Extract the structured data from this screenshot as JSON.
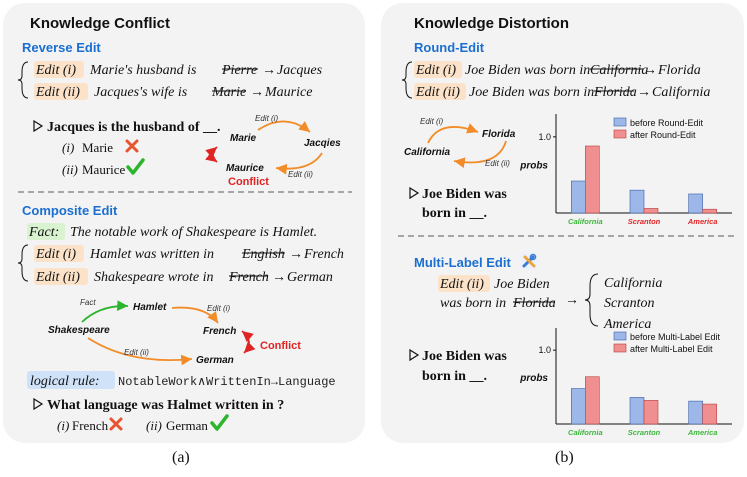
{
  "panel_a": {
    "title": "Knowledge Conflict",
    "reverse_edit": {
      "heading": "Reverse Edit",
      "edit1_tag": "Edit (i)",
      "edit1_text": "Marie's husband is",
      "edit1_old": "Pierre",
      "edit1_new": "Jacques",
      "edit2_tag": "Edit (ii)",
      "edit2_text": "Jacques's wife is",
      "edit2_old": "Marie",
      "edit2_new": "Maurice",
      "question": "Jacques is the husband of __.",
      "answer1_prefix": "(i)",
      "answer1": "Marie",
      "answer2_prefix": "(ii)",
      "answer2": "Maurice",
      "graph": {
        "node_marie": "Marie",
        "node_jacqies": "Jacqies",
        "node_maurice": "Maurice",
        "edge1": "Edit (i)",
        "edge2": "Edit (ii)",
        "conflict": "Conflict"
      }
    },
    "composite_edit": {
      "heading": "Composite Edit",
      "fact_tag": "Fact:",
      "fact_text": "The notable work of Shakespeare is Hamlet.",
      "edit1_tag": "Edit (i)",
      "edit1_text": "Hamlet was written in",
      "edit1_old": "English",
      "edit1_new": "French",
      "edit2_tag": "Edit (ii)",
      "edit2_text": "Shakespeare wrote in",
      "edit2_old": "French",
      "edit2_new": "German",
      "graph": {
        "node_shakespeare": "Shakespeare",
        "node_hamlet": "Hamlet",
        "node_french": "French",
        "node_german": "German",
        "edge_fact": "Fact",
        "edge1": "Edit (i)",
        "edge2": "Edit (ii)",
        "conflict": "Conflict"
      },
      "rule_tag": "logical rule:",
      "rule_text": "NotableWork∧WrittenIn→Language",
      "question": "What language was Halmet written in ?",
      "answer1_prefix": "(i)",
      "answer1": "French",
      "answer2_prefix": "(ii)",
      "answer2": "German"
    },
    "caption": "(a)"
  },
  "panel_b": {
    "title": "Knowledge Distortion",
    "round_edit": {
      "heading": "Round-Edit",
      "edit1_tag": "Edit (i)",
      "edit1_text": "Joe Biden was born in",
      "edit1_old": "California",
      "edit1_new": "Florida",
      "edit2_tag": "Edit (ii)",
      "edit2_text": "Joe Biden was born in",
      "edit2_old": "Florida",
      "edit2_new": "California",
      "graph": {
        "node_florida": "Florida",
        "node_california": "California",
        "edge1": "Edit (i)",
        "edge2": "Edit (ii)"
      },
      "question_line1": "Joe Biden was",
      "question_line2": "born in __."
    },
    "multi_label_edit": {
      "heading": "Multi-Label Edit",
      "edit_tag": "Edit (ii)",
      "edit_text_line1": "Joe Biden",
      "edit_text_line2": "was born in",
      "edit_old": "Florida",
      "options": [
        "California",
        "Scranton",
        "America"
      ],
      "question_line1": "Joe Biden was",
      "question_line2": "born in __."
    },
    "caption": "(b)"
  },
  "colors": {
    "highlight": "#fbe2c8",
    "fact_highlight": "#d9f2d0",
    "rule_highlight": "#cfe2f8",
    "blue_bar": "#9db8e8",
    "red_bar": "#f08f8f",
    "conflict": "#e02424",
    "arrow": "#f28c28",
    "green": "#2db52d",
    "check": "#2db52d",
    "cross": "#e8542e"
  },
  "chart_data": [
    {
      "type": "bar",
      "categories": [
        "California",
        "Scranton",
        "America"
      ],
      "category_colors": [
        "#3cb83c",
        "#e02424",
        "#e02424"
      ],
      "series": [
        {
          "name": "before Round-Edit",
          "values": [
            0.42,
            0.3,
            0.25
          ]
        },
        {
          "name": "after Round-Edit",
          "values": [
            0.88,
            0.06,
            0.05
          ]
        }
      ],
      "ylabel": "probs",
      "ylim": [
        0,
        1.3
      ],
      "yticks": [
        1.0
      ],
      "ytick_labels": [
        "1.0"
      ],
      "legend": "top-right"
    },
    {
      "type": "bar",
      "categories": [
        "California",
        "Scranton",
        "America"
      ],
      "category_colors": [
        "#3cb83c",
        "#3cb83c",
        "#3cb83c"
      ],
      "series": [
        {
          "name": "before Multi-Label Edit",
          "values": [
            0.48,
            0.36,
            0.31
          ]
        },
        {
          "name": "after Multi-Label Edit",
          "values": [
            0.64,
            0.32,
            0.27
          ]
        }
      ],
      "ylabel": "probs",
      "ylim": [
        0,
        1.3
      ],
      "yticks": [
        1.0
      ],
      "ytick_labels": [
        "1.0"
      ],
      "legend": "top-right"
    }
  ]
}
